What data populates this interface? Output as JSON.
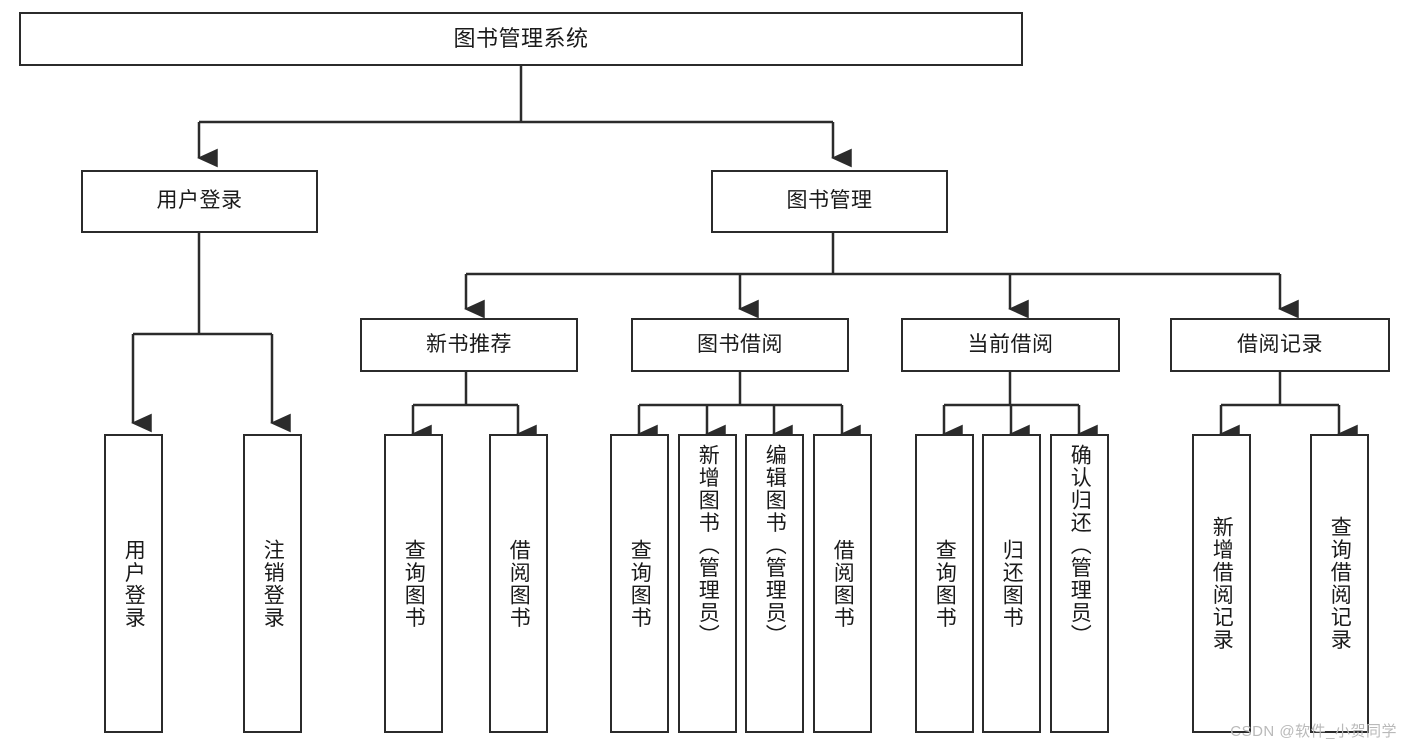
{
  "diagram": {
    "title": "图书管理系统",
    "type": "tree",
    "nodes": {
      "root": {
        "label": "图书管理系统"
      },
      "level2": [
        {
          "id": "user-login",
          "label": "用户登录"
        },
        {
          "id": "book-management",
          "label": "图书管理"
        }
      ],
      "level3": [
        {
          "id": "new-book-recommend",
          "label": "新书推荐"
        },
        {
          "id": "book-borrow",
          "label": "图书借阅"
        },
        {
          "id": "current-borrow",
          "label": "当前借阅"
        },
        {
          "id": "borrow-record",
          "label": "借阅记录"
        }
      ],
      "leaves": {
        "user-login": [
          {
            "id": "leaf-user-login",
            "label": "用户登录"
          },
          {
            "id": "leaf-logout-login",
            "label": "注销登录"
          }
        ],
        "new-book-recommend": [
          {
            "id": "leaf-query-book-1",
            "label": "查询图书"
          },
          {
            "id": "leaf-borrow-book-1",
            "label": "借阅图书"
          }
        ],
        "book-borrow": [
          {
            "id": "leaf-query-book-2",
            "label": "查询图书"
          },
          {
            "id": "leaf-add-book",
            "label": "新增图书（管理员）"
          },
          {
            "id": "leaf-edit-book",
            "label": "编辑图书（管理员）"
          },
          {
            "id": "leaf-borrow-book-2",
            "label": "借阅图书"
          }
        ],
        "current-borrow": [
          {
            "id": "leaf-query-book-3",
            "label": "查询图书"
          },
          {
            "id": "leaf-return-book",
            "label": "归还图书"
          },
          {
            "id": "leaf-confirm-return",
            "label": "确认归还（管理员）"
          }
        ],
        "borrow-record": [
          {
            "id": "leaf-add-record",
            "label": "新增借阅记录"
          },
          {
            "id": "leaf-query-record",
            "label": "查询借阅记录"
          }
        ]
      }
    },
    "colors": {
      "stroke": "#2b2b2b",
      "fill": "#ffffff",
      "text": "#1a1a1a",
      "watermark": "#b9b9b9"
    }
  },
  "watermark": {
    "text": "CSDN @软件_小贺同学"
  }
}
